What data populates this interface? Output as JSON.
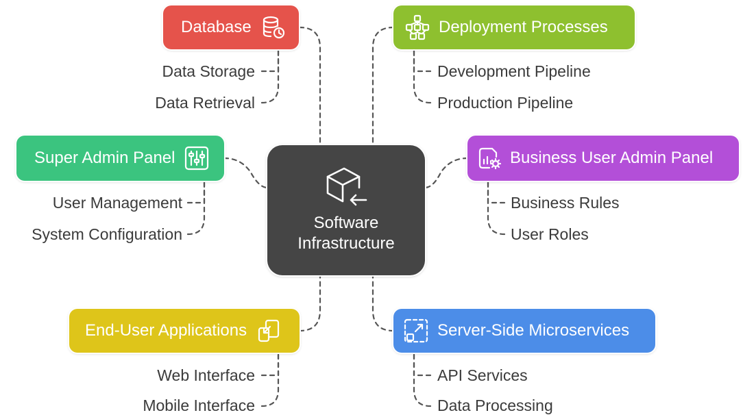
{
  "center": {
    "line1": "Software",
    "line2": "Infrastructure",
    "icon": "cube-arrow-icon"
  },
  "colors": {
    "database": "#e5534b",
    "deployment": "#8ec02f",
    "super_admin": "#3bc47f",
    "business_admin": "#b34fd8",
    "end_user": "#dec51a",
    "microservices": "#4c8de8",
    "center": "#454545",
    "connector": "#555555"
  },
  "database": {
    "title": "Database",
    "icon": "database-clock-icon",
    "items": [
      "Data Storage",
      "Data Retrieval"
    ]
  },
  "deployment": {
    "title": "Deployment Processes",
    "icon": "workflow-nodes-icon",
    "items": [
      "Development Pipeline",
      "Production Pipeline"
    ]
  },
  "super_admin": {
    "title": "Super Admin Panel",
    "icon": "sliders-icon",
    "items": [
      "User Management",
      "System Configuration"
    ]
  },
  "business_admin": {
    "title": "Business User Admin Panel",
    "icon": "chart-gear-icon",
    "items": [
      "Business Rules",
      "User Roles"
    ]
  },
  "end_user": {
    "title": "End-User Applications",
    "icon": "app-transfer-icon",
    "items": [
      "Web Interface",
      "Mobile Interface"
    ]
  },
  "microservices": {
    "title": "Server-Side Microservices",
    "icon": "expand-arrows-icon",
    "items": [
      "API Services",
      "Data Processing"
    ]
  }
}
